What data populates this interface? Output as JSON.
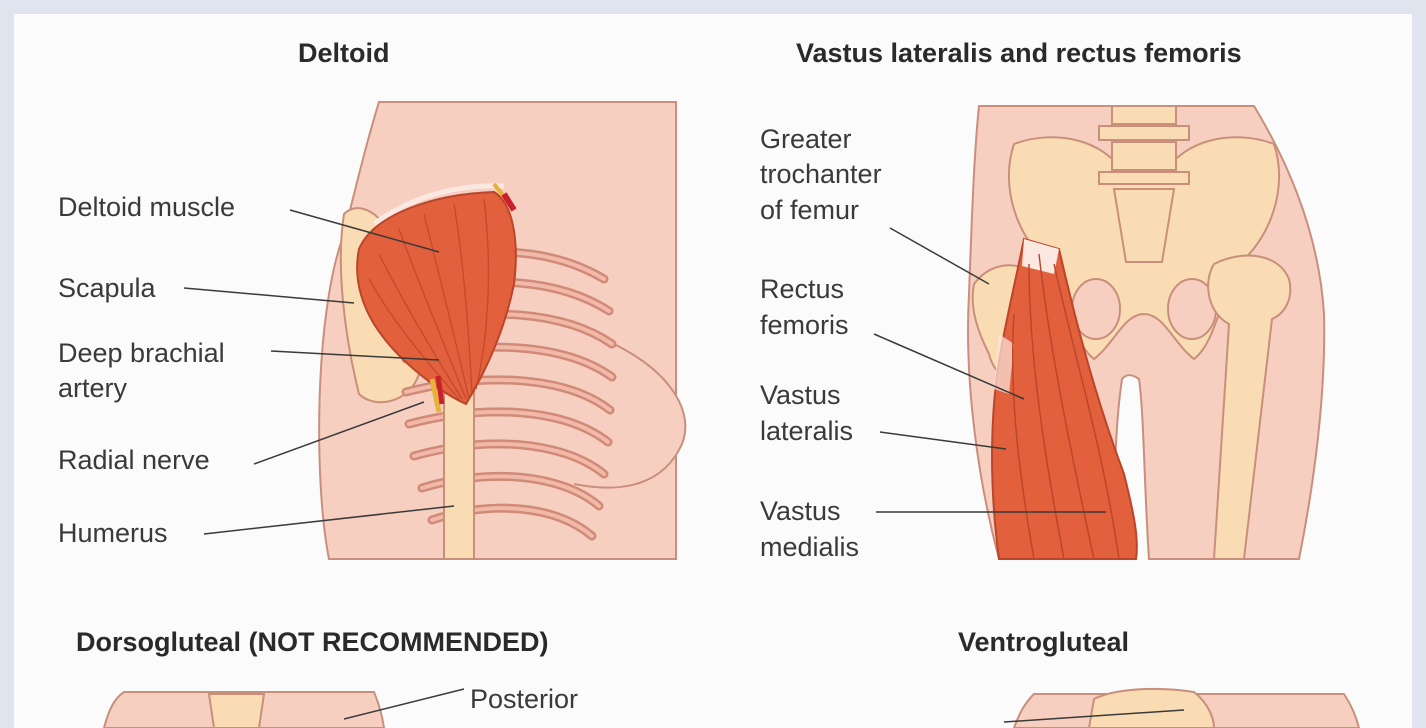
{
  "sections": {
    "deltoid": {
      "title": "Deltoid",
      "labels": {
        "deltoid_muscle": "Deltoid muscle",
        "scapula": "Scapula",
        "deep_brachial_1": "Deep brachial",
        "deep_brachial_2": "artery",
        "radial_nerve": "Radial nerve",
        "humerus": "Humerus"
      }
    },
    "vastus": {
      "title": "Vastus lateralis and rectus femoris",
      "labels": {
        "greater_troch_1": "Greater",
        "greater_troch_2": "trochanter",
        "greater_troch_3": "of femur",
        "rectus_1": "Rectus",
        "rectus_2": "femoris",
        "vastus_lat_1": "Vastus",
        "vastus_lat_2": "lateralis",
        "vastus_med_1": "Vastus",
        "vastus_med_2": "medialis"
      }
    },
    "dorsogluteal": {
      "title": "Dorsogluteal (NOT RECOMMENDED)",
      "labels": {
        "posterior": "Posterior"
      }
    },
    "ventrogluteal": {
      "title": "Ventrogluteal"
    }
  },
  "colors": {
    "background": "#dfe4ef",
    "skin": "#f6cfc1",
    "bone": "#f9dcb3",
    "muscle": "#e2603c",
    "outline": "#c98f7b"
  }
}
